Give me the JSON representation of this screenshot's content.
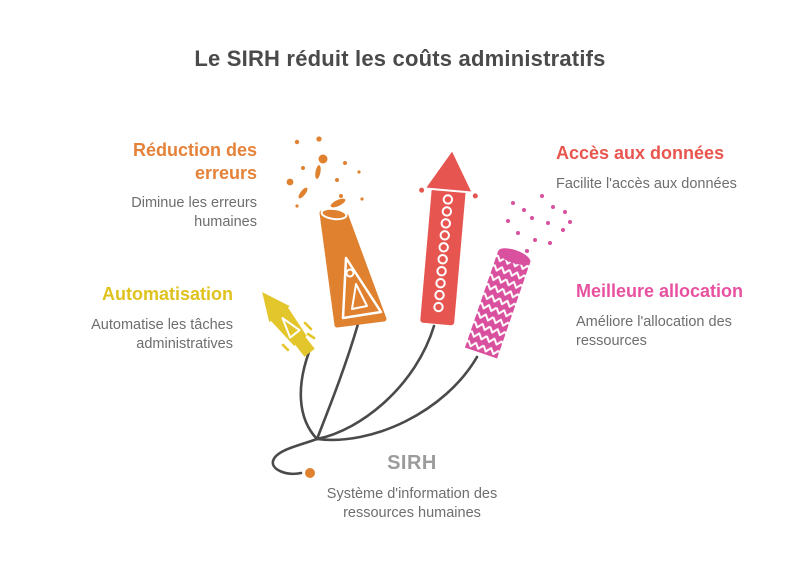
{
  "title": "Le SIRH réduit les coûts administratifs",
  "nodes": [
    {
      "id": "reduction",
      "label": "Réduction des erreurs",
      "description": "Diminue les erreurs humaines",
      "color": "#E5823A",
      "icon": "firework-rocket-orange"
    },
    {
      "id": "automatisation",
      "label": "Automatisation",
      "description": "Automatise les tâches administratives",
      "color": "#E0C21F",
      "icon": "firework-rocket-yellow"
    },
    {
      "id": "acces",
      "label": "Accès aux données",
      "description": "Facilite l'accès aux données",
      "color": "#E8564F",
      "icon": "firework-rocket-red"
    },
    {
      "id": "allocation",
      "label": "Meilleure allocation",
      "description": "Améliore l'allocation des ressources",
      "color": "#E8519F",
      "icon": "firework-rocket-pink"
    }
  ],
  "center": {
    "label": "SIRH",
    "description": "Système d'information des ressources humaines"
  },
  "colors": {
    "title": "#4A4A4A",
    "subtext": "#6E6E6E",
    "center_label": "#9B9B9B",
    "rocket_orange": "#E0812F",
    "rocket_yellow": "#E3C52C",
    "rocket_red": "#E65550",
    "rocket_pink": "#D9509E",
    "fuse": "#4A4A4A",
    "fuse_end_dot": "#E0812F",
    "background": "#FFFFFF"
  }
}
